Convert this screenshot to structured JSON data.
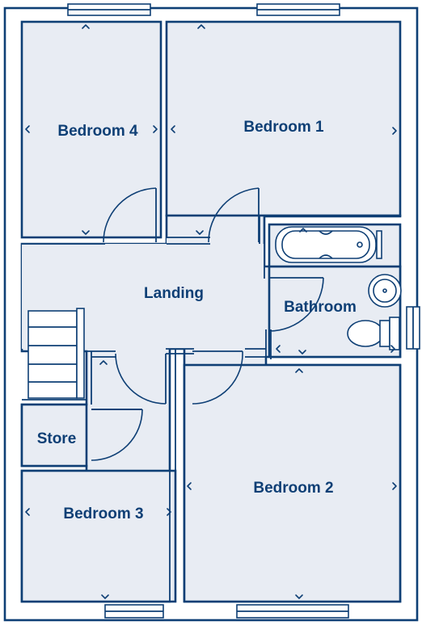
{
  "colors": {
    "wall": "#0e3f75",
    "room_fill": "#e8ecf3",
    "background": "#ffffff"
  },
  "rooms": {
    "bedroom4": "Bedroom 4",
    "bedroom1": "Bedroom 1",
    "landing": "Landing",
    "bathroom": "Bathroom",
    "store": "Store",
    "bedroom3": "Bedroom 3",
    "bedroom2": "Bedroom 2"
  }
}
